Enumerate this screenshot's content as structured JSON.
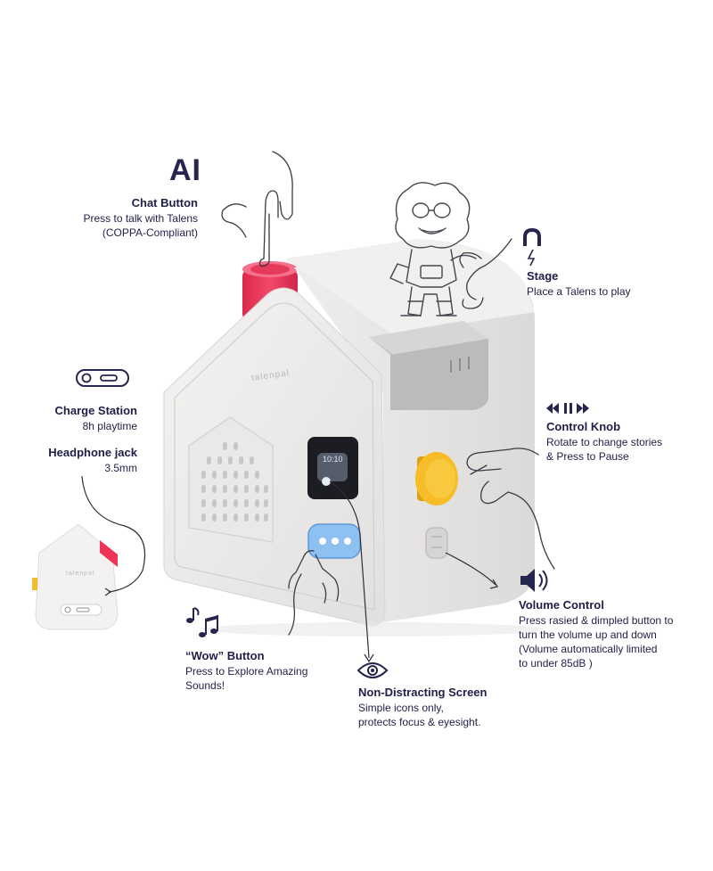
{
  "ai_label": "AI",
  "brand": "talenpal",
  "screen_time": "10:10",
  "callouts": {
    "chat": {
      "title": "Chat Button",
      "desc1": "Press to talk with Talens",
      "desc2": "(COPPA-Compliant)"
    },
    "stage": {
      "title": "Stage",
      "desc1": "Place a Talens to play"
    },
    "charge": {
      "title": "Charge Station",
      "desc1": "8h playtime"
    },
    "headphone": {
      "title": "Headphone jack",
      "desc1": "3.5mm"
    },
    "knob": {
      "title": "Control Knob",
      "desc1": "Rotate to change stories",
      "desc2": "& Press to Pause"
    },
    "volume": {
      "title": "Volume Control",
      "desc1": "Press rasied & dimpled button to",
      "desc2": "turn the volume up and down",
      "desc3": "(Volume automatically limited",
      "desc4": "to under 85dB )"
    },
    "wow": {
      "title": "“Wow” Button",
      "desc1": "Press to Explore Amazing",
      "desc2": "Sounds!"
    },
    "screen": {
      "title": "Non-Distracting Screen",
      "desc1": "Simple icons only,",
      "desc2": "protects focus & eyesight."
    }
  },
  "colors": {
    "navy": "#1e1f47",
    "body": "#ecebea",
    "chat_button": "#ef3a5c",
    "knob": "#f5b921",
    "wow_button": "#7fb6ee"
  },
  "icons": [
    "magnet-icon",
    "charge-port-icon",
    "media-controls-icon",
    "speaker-icon",
    "music-notes-icon",
    "eye-icon"
  ]
}
